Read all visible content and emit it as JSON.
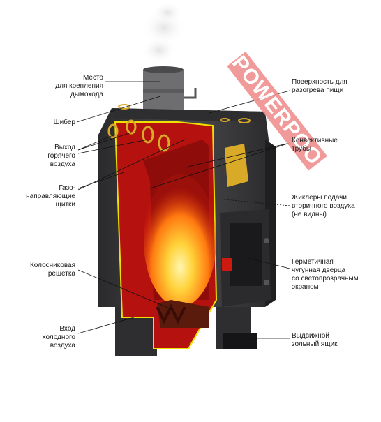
{
  "watermark": "POWERPOOL",
  "labels": {
    "chimney_mount": "Место\nдля крепления\nдымохода",
    "damper": "Шибер",
    "hot_air_outlet": "Выход\nгорячего\nвоздуха",
    "gas_guide_shields": "Газо-\nнаправляющие\nщитки",
    "grate": "Колосниковая\nрешетка",
    "cold_air_inlet": "Вход\nхолодного\nвоздуха",
    "cooking_surface": "Поверхность для\nразогрева пищи",
    "convection_pipes": "Конвективные\nтрубы",
    "secondary_air_jets": "Жиклеры подачи\nвторичного воздуха\n(не видны)",
    "sealed_door": "Герметичная\nчугунная дверца\nсо светопрозрачным\nэкраном",
    "ash_drawer": "Выдвижной\nзольный ящик"
  },
  "colors": {
    "body": "#3a3a3c",
    "body_dark": "#232325",
    "firebox": "#b5120f",
    "outline": "#f0e000",
    "brass": "#d9a928",
    "watermark": "#f09090"
  }
}
